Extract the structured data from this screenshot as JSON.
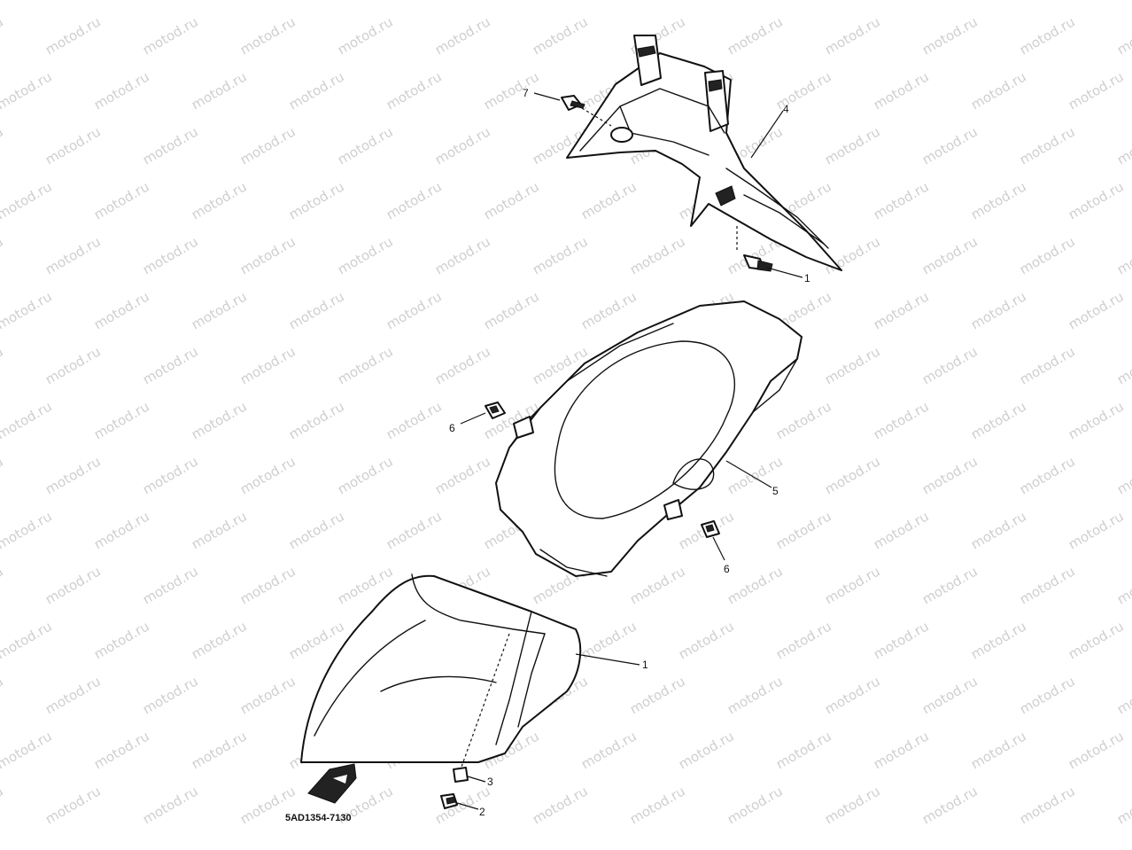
{
  "watermark": "motod.ru",
  "diagram_code": "5AD1354-7130",
  "parts": [
    {
      "id": "part-1",
      "label": "1"
    },
    {
      "id": "part-1b",
      "label": "1"
    },
    {
      "id": "part-2",
      "label": "2"
    },
    {
      "id": "part-3",
      "label": "3"
    },
    {
      "id": "part-4",
      "label": "4"
    },
    {
      "id": "part-5",
      "label": "5"
    },
    {
      "id": "part-6a",
      "label": "6"
    },
    {
      "id": "part-6b",
      "label": "6"
    },
    {
      "id": "part-7",
      "label": "7"
    }
  ]
}
